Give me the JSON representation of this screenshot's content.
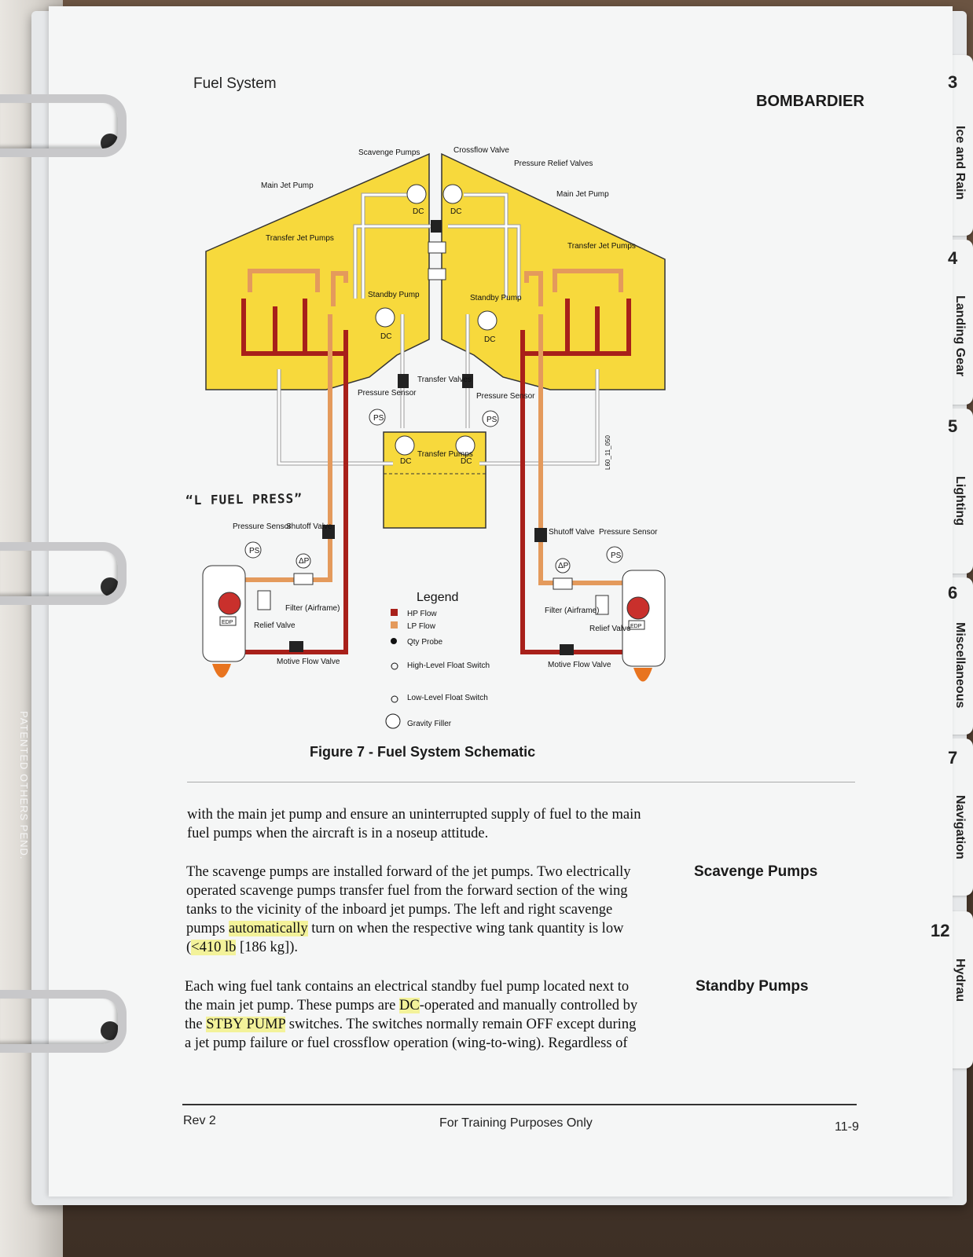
{
  "header": {
    "section": "Fuel System",
    "brand": "BOMBARDIER"
  },
  "tabs": [
    {
      "num": "3",
      "label": "Ice and Rain"
    },
    {
      "num": "4",
      "label": "Landing Gear"
    },
    {
      "num": "5",
      "label": "Lighting"
    },
    {
      "num": "6",
      "label": "Miscellaneous"
    },
    {
      "num": "7",
      "label": "Navigation"
    },
    {
      "num": "12",
      "label": "Hydrau"
    }
  ],
  "margin_text": "PATENTED OTHERS PEND.",
  "handwritten_note": "“L FUEL PRESS”",
  "diagram": {
    "labels": {
      "scavenge_pumps": "Scavenge Pumps",
      "crossflow_valve": "Crossflow Valve",
      "pressure_relief_valves": "Pressure Relief Valves",
      "main_jet_pump": "Main Jet Pump",
      "transfer_jet_pumps": "Transfer Jet Pumps",
      "standby_pump": "Standby Pump",
      "transfer_valves": "Transfer Valves",
      "pressure_sensor": "Pressure Sensor",
      "transfer_pumps": "Transfer Pumps",
      "shutoff_valve": "Shutoff Valve",
      "filter_airframe": "Filter (Airframe)",
      "relief_valve": "Relief Valve",
      "motive_flow_valve": "Motive Flow Valve",
      "dc": "DC",
      "ps": "PS",
      "edp": "EDP",
      "dp": "ΔP",
      "ref_code": "L60_11_050"
    },
    "legend": {
      "title": "Legend",
      "items": [
        "HP Flow",
        "LP Flow",
        "Qty Probe",
        "High-Level Float Switch",
        "Low-Level Float Switch",
        "Gravity Filler"
      ],
      "colors": {
        "hp": "#a8201a",
        "lp": "#e49a5c",
        "tank": "#f7d93c",
        "line": "#ffffff"
      }
    }
  },
  "caption": "Figure 7 - Fuel System Schematic",
  "paragraphs": {
    "p1": [
      "with the main jet pump and ensure an uninterrupted supply of fuel to the main",
      "fuel pumps when the aircraft is in a noseup attitude."
    ],
    "p2_lines": [
      "The scavenge pumps are installed forward of the jet pumps. Two electrically",
      "operated scavenge pumps transfer fuel from the forward section of the wing",
      "tanks to the vicinity of the inboard jet pumps. The left and right scavenge"
    ],
    "p2_l4_a": "pumps ",
    "p2_l4_hl": "automatically",
    "p2_l4_b": " turn on when the respective wing tank quantity is low",
    "p2_l5_a": "(",
    "p2_l5_hl": "<410 lb",
    "p2_l5_b": " [186 kg]).",
    "p3_l1": "Each wing fuel tank contains an electrical standby fuel pump located next to",
    "p3_l2_a": "the main jet pump. These pumps are ",
    "p3_l2_hl": "DC",
    "p3_l2_b": "-operated and manually controlled by",
    "p3_l3_a": "the ",
    "p3_l3_hl": "STBY PUMP",
    "p3_l3_b": " switches. The switches normally remain OFF except during",
    "p3_l4": "a jet pump failure or fuel crossflow operation (wing-to-wing). Regardless of"
  },
  "side_headings": {
    "scavenge": "Scavenge Pumps",
    "standby": "Standby Pumps"
  },
  "footer": {
    "rev": "Rev 2",
    "center": "For Training Purposes Only",
    "page": "11-9"
  }
}
